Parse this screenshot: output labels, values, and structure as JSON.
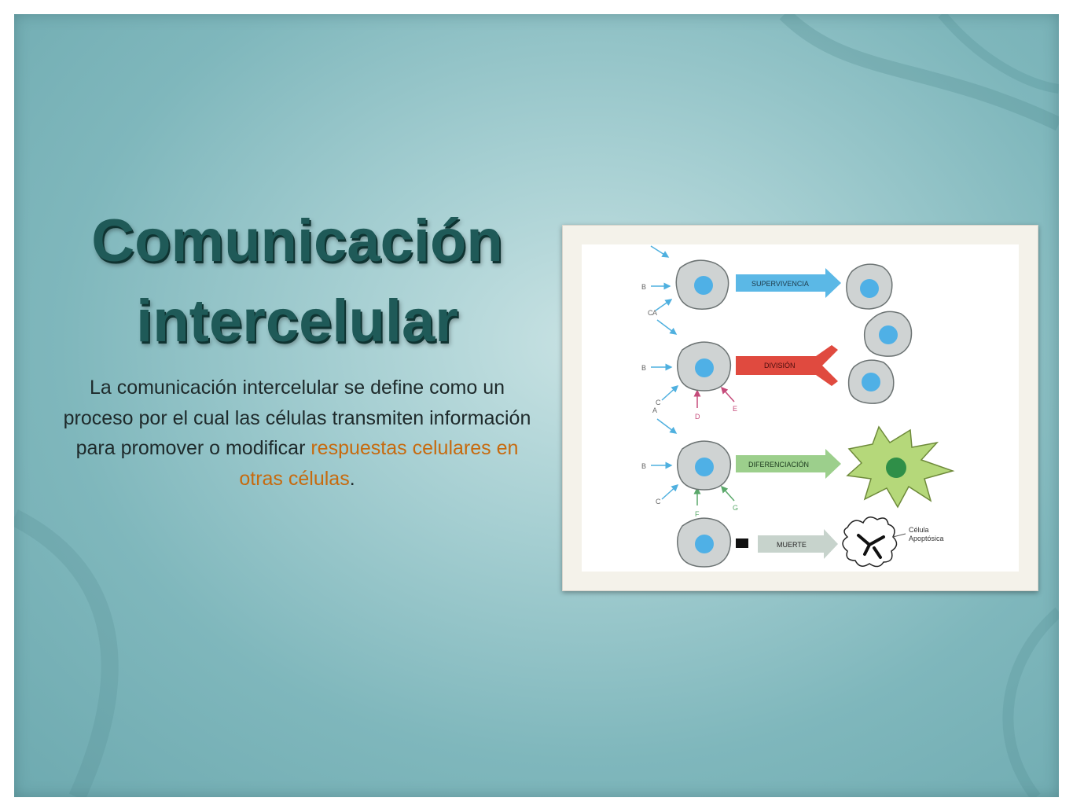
{
  "slide": {
    "title_line1": "Comunicación",
    "title_line2": "intercelular",
    "body_prefix": "La comunicación intercelular se define como un proceso por el cual las células transmiten información para promover o modificar ",
    "body_highlight": "respuestas celulares en otras células",
    "body_suffix": ".",
    "colors": {
      "background": "#8fc1c5",
      "title": "#1f5a58",
      "highlight": "#c76a0e"
    }
  },
  "figure": {
    "rows": [
      {
        "signals": [
          "B",
          "C"
        ],
        "outcome": "SUPERVIVENCIA",
        "color": "#5bb8e6"
      },
      {
        "signals": [
          "A",
          "B",
          "C",
          "D",
          "E"
        ],
        "outcome": "DIVISIÓN",
        "color": "#e04a3f"
      },
      {
        "signals": [
          "A",
          "B",
          "C",
          "F",
          "G"
        ],
        "outcome": "DIFERENCIACIÓN",
        "color": "#9ccf8c"
      },
      {
        "signals": [],
        "outcome": "MUERTE",
        "color": "#c7d3cc"
      }
    ],
    "apoptotic_label_line1": "Célula",
    "apoptotic_label_line2": "Apoptósica"
  }
}
